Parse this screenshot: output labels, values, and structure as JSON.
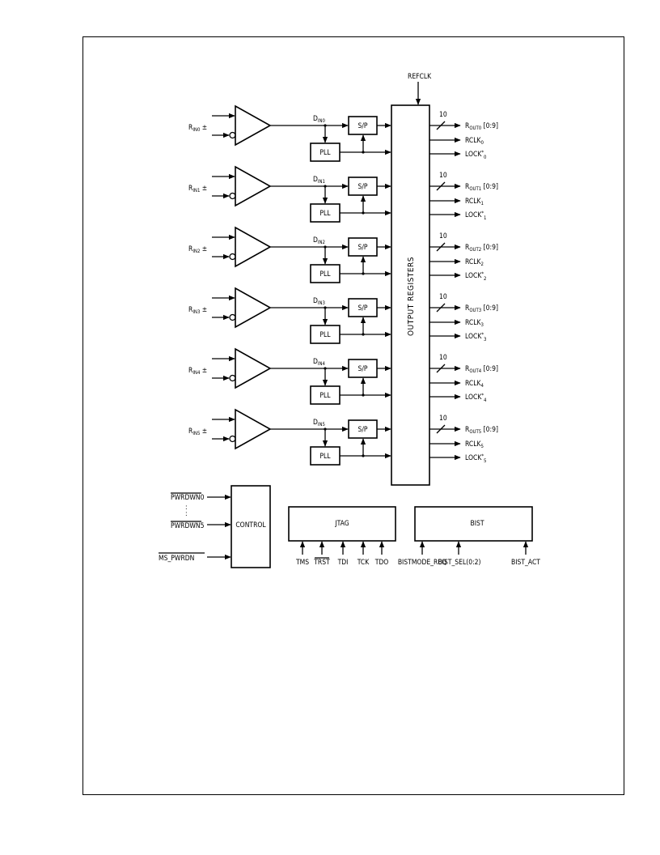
{
  "refclk": "REFCLK",
  "output_registers": "OUTPUT REGISTERS",
  "bus_width": "10",
  "channels": [
    {
      "idx": "0"
    },
    {
      "idx": "1"
    },
    {
      "idx": "2"
    },
    {
      "idx": "3"
    },
    {
      "idx": "4"
    },
    {
      "idx": "5"
    }
  ],
  "text": {
    "r_prefix": "R",
    "in_sub": "IN",
    "plus_minus": "±",
    "d_prefix": "D",
    "sp": "S/P",
    "pll": "PLL",
    "out_sub": "OUT",
    "bus_suffix": "[0:9]",
    "rclk": "RCLK",
    "lock": "LOCK",
    "lock_star": "*"
  },
  "control": {
    "label": "CONTROL",
    "inputs": [
      "PWRDWN0",
      ":",
      "PWRDWN5",
      "MS_PWRDN"
    ]
  },
  "jtag": {
    "label": "JTAG",
    "pins": [
      "TMS",
      "TRST",
      "TDI",
      "TCK",
      "TDO"
    ]
  },
  "bist": {
    "label": "BIST",
    "pins": [
      "BISTMODE_REQ",
      "BIST_SEL(0:2)",
      "BIST_ACT"
    ]
  }
}
